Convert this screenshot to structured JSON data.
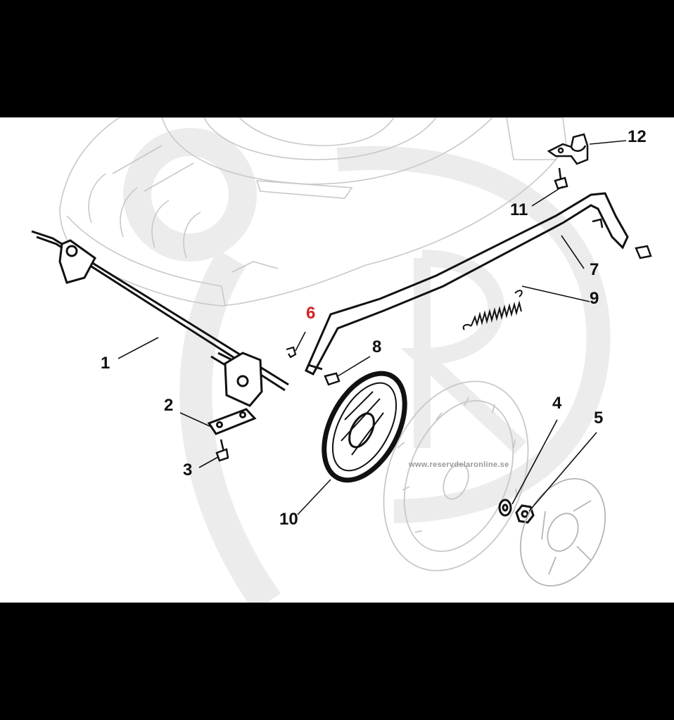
{
  "diagram": {
    "watermark_url": "www.reservdelaronline.se",
    "colors": {
      "background": "#ffffff",
      "frame": "#000000",
      "line": "#111111",
      "faint": "#c8c8c8",
      "watermark": "#ececec",
      "highlight": "#d42020"
    },
    "callouts": [
      {
        "id": "1",
        "label": "1",
        "highlighted": false
      },
      {
        "id": "2",
        "label": "2",
        "highlighted": false
      },
      {
        "id": "3",
        "label": "3",
        "highlighted": false
      },
      {
        "id": "4",
        "label": "4",
        "highlighted": false
      },
      {
        "id": "5",
        "label": "5",
        "highlighted": false
      },
      {
        "id": "6",
        "label": "6",
        "highlighted": true
      },
      {
        "id": "7",
        "label": "7",
        "highlighted": false
      },
      {
        "id": "8",
        "label": "8",
        "highlighted": false
      },
      {
        "id": "9",
        "label": "9",
        "highlighted": false
      },
      {
        "id": "10",
        "label": "10",
        "highlighted": false
      },
      {
        "id": "11",
        "label": "11",
        "highlighted": false
      },
      {
        "id": "12",
        "label": "12",
        "highlighted": false
      }
    ]
  }
}
